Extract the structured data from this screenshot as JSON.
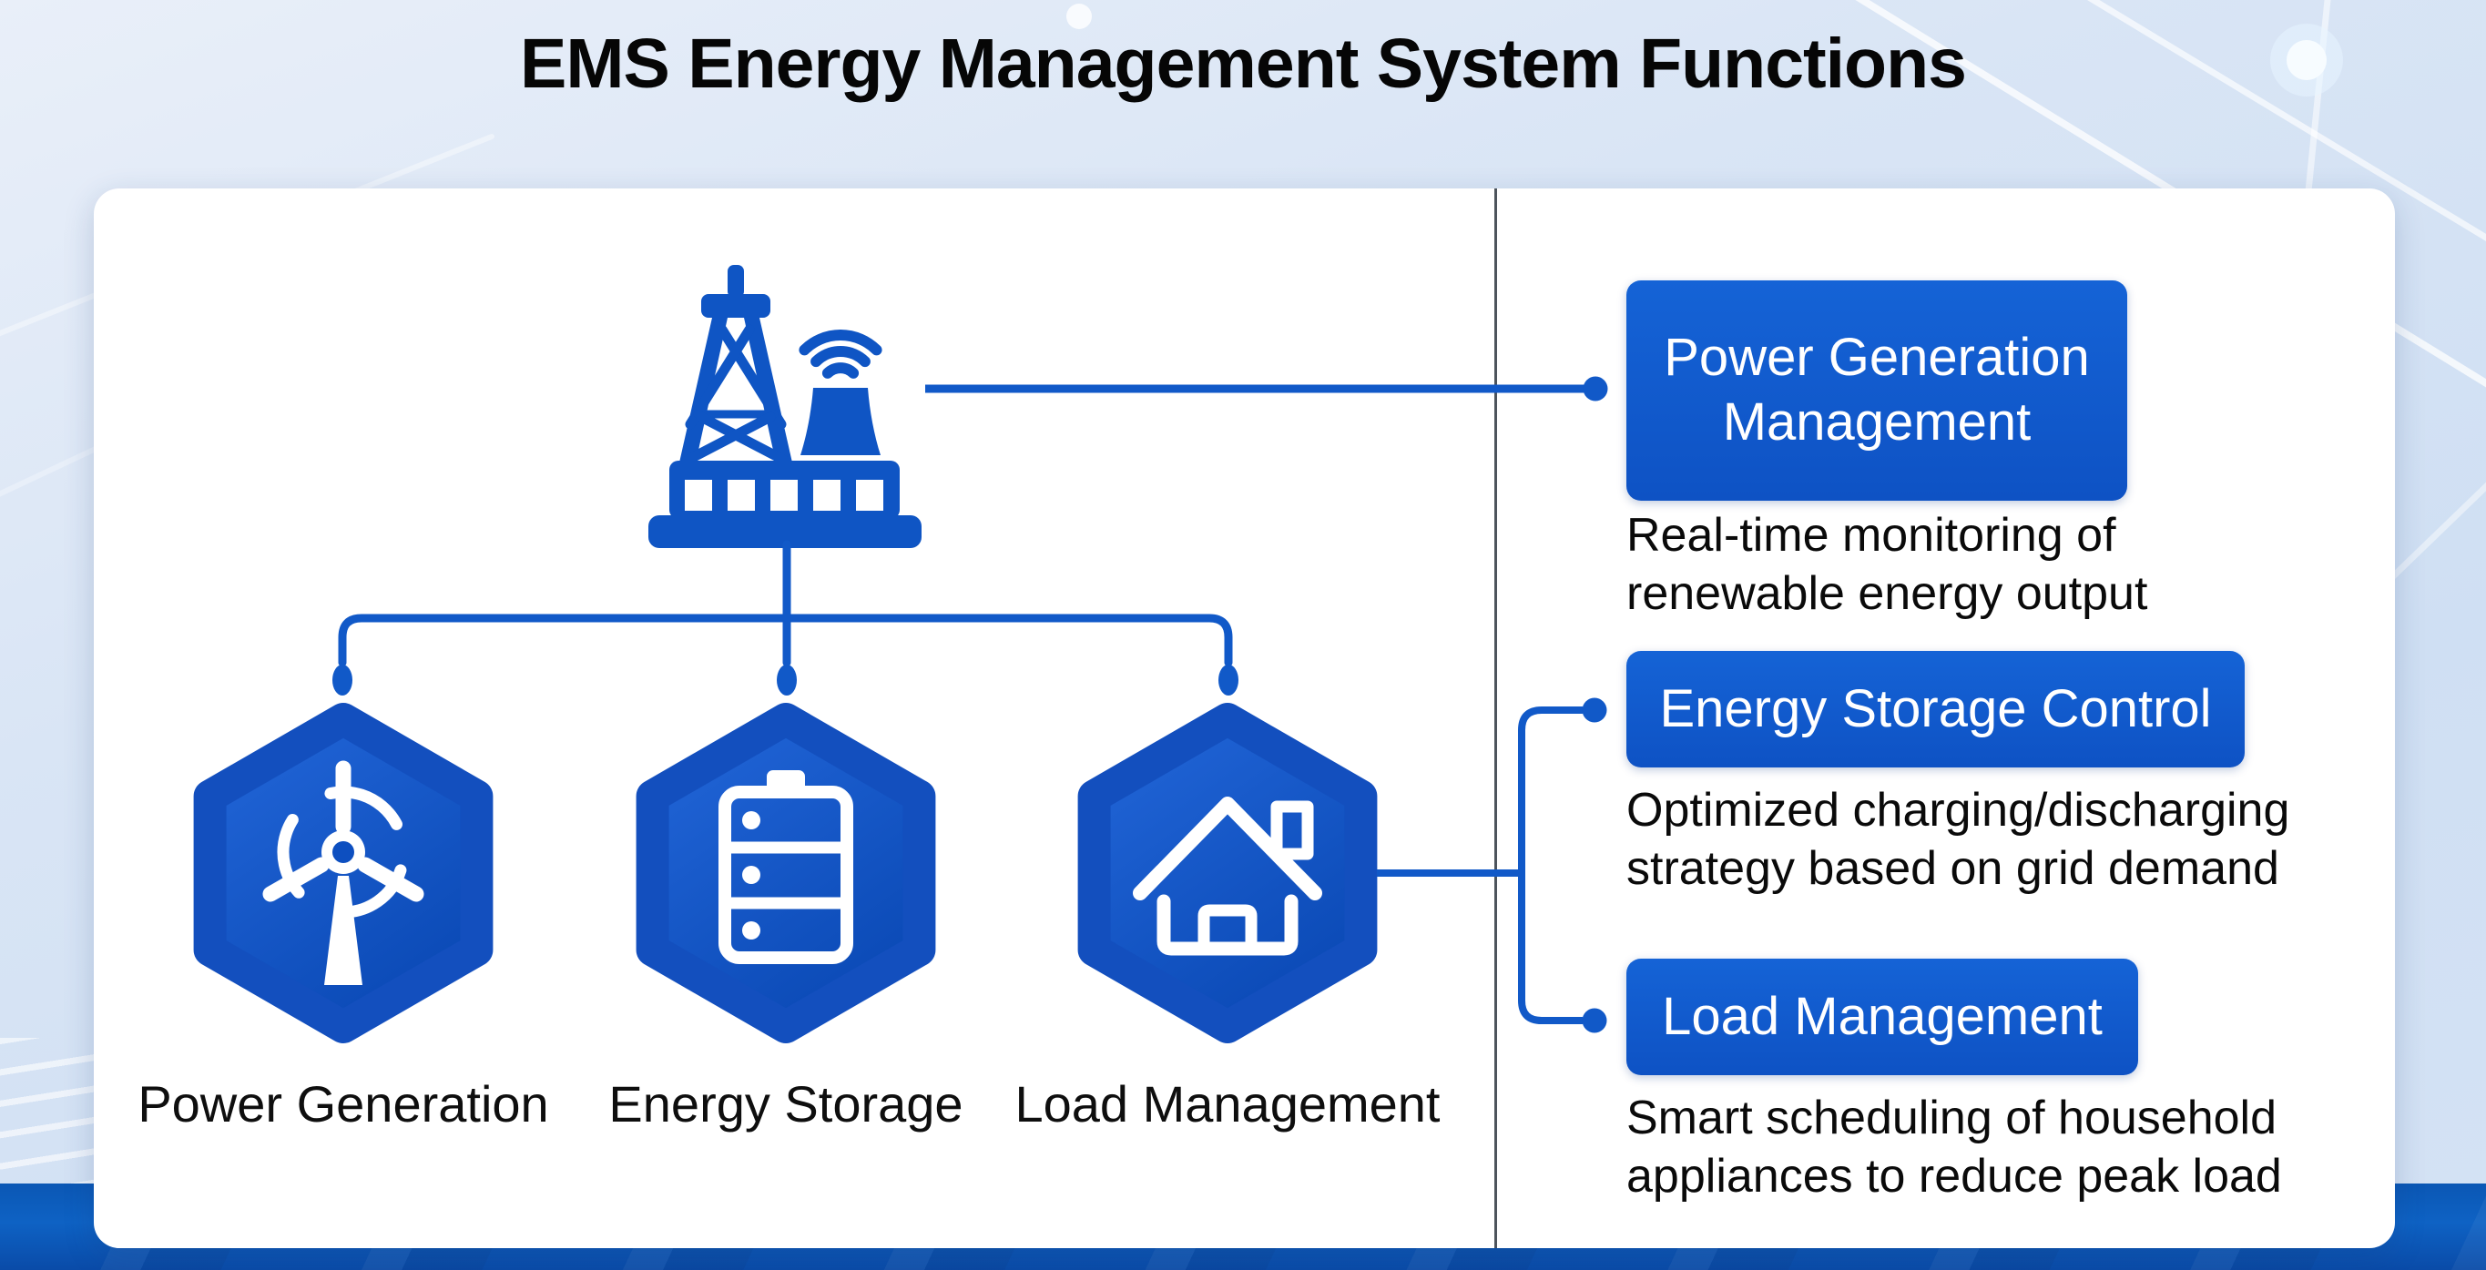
{
  "title": "EMS Energy Management System Functions",
  "palette": {
    "primary_blue": "#1159c8",
    "hex_blue_light": "#2367da",
    "hex_blue_dark": "#0b4ab6",
    "button_blue_top": "#1563d6",
    "button_blue_bottom": "#0e52c4",
    "divider_gray": "#4d545c",
    "band_blue": "#0d5cb8",
    "background_blue": "#d9e5f5",
    "text_black": "#0a0a0a",
    "white": "#ffffff"
  },
  "diagram": {
    "root": {
      "icon": "transmission-station-icon"
    },
    "nodes": [
      {
        "id": "power-generation",
        "label": "Power Generation",
        "icon": "wind-turbine-icon"
      },
      {
        "id": "energy-storage",
        "label": "Energy Storage",
        "icon": "battery-icon"
      },
      {
        "id": "load-management",
        "label": "Load Management",
        "icon": "house-icon"
      }
    ]
  },
  "functions": [
    {
      "label": "Power Generation Management",
      "desc_lines": [
        "Real-time monitoring of",
        "renewable energy output"
      ]
    },
    {
      "label": "Energy Storage Control",
      "desc_lines": [
        "Optimized charging/discharging",
        "strategy based on grid demand"
      ]
    },
    {
      "label": "Load Management",
      "desc_lines": [
        "Smart scheduling of household",
        "appliances to reduce peak load"
      ]
    }
  ]
}
